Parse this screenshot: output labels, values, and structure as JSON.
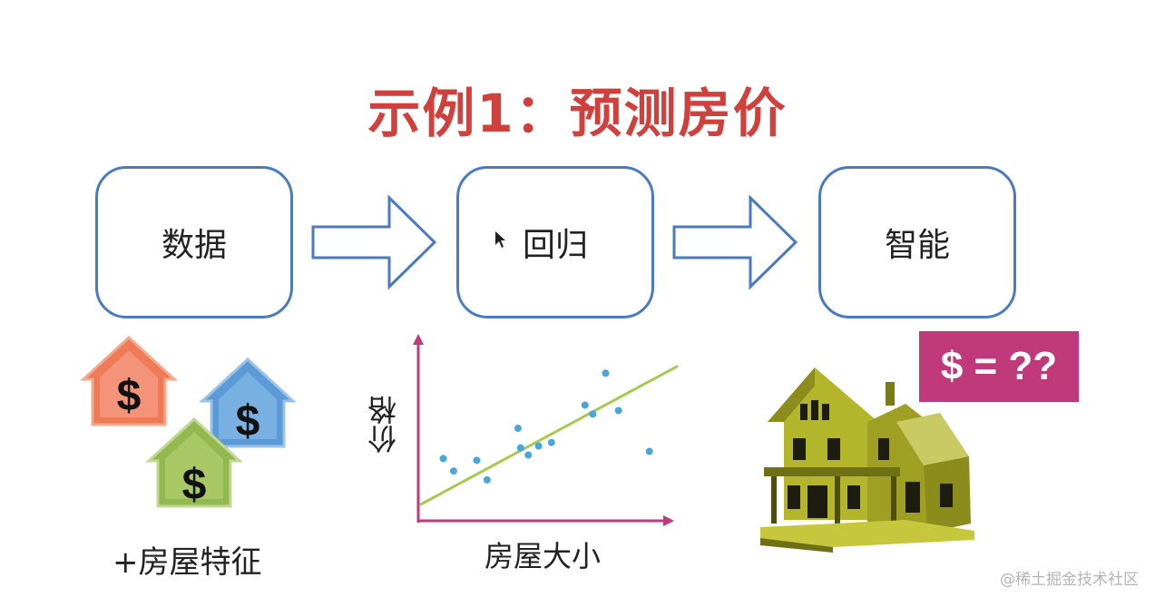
{
  "title": "示例1：预测房价",
  "boxes": {
    "data": "数据",
    "regression": "回归",
    "intelligence": "智能"
  },
  "houses": {
    "symbol": "$",
    "caption": "+房屋特征"
  },
  "chart_data": {
    "type": "scatter",
    "xlabel": "房屋大小",
    "ylabel": "价格",
    "points": [
      [
        0.09,
        0.34
      ],
      [
        0.13,
        0.27
      ],
      [
        0.22,
        0.33
      ],
      [
        0.26,
        0.22
      ],
      [
        0.38,
        0.51
      ],
      [
        0.39,
        0.4
      ],
      [
        0.42,
        0.36
      ],
      [
        0.46,
        0.41
      ],
      [
        0.51,
        0.43
      ],
      [
        0.64,
        0.64
      ],
      [
        0.67,
        0.59
      ],
      [
        0.72,
        0.82
      ],
      [
        0.77,
        0.61
      ],
      [
        0.89,
        0.38
      ]
    ],
    "fit_line": [
      [
        0.0,
        0.08
      ],
      [
        1.0,
        0.86
      ]
    ],
    "colors": {
      "axes": "#c0397a",
      "points": "#4aa6d9",
      "line": "#a7c94e"
    }
  },
  "price_badge": "$ = ??",
  "watermark": "@稀土掘金技术社区"
}
